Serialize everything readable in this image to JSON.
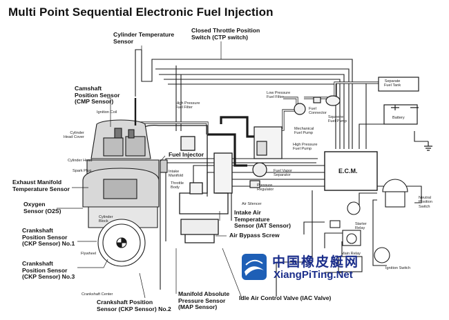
{
  "title": "Multi Point Sequential Electronic Fuel Injection",
  "labels": {
    "cylinder_temp_sensor": "Cylinder Temperature\nSensor",
    "ctp_switch": "Closed Throttle Position\nSwitch (CTP switch)",
    "cmp_sensor": "Camshaft\nPosition Sensor\n(CMP Sensor)",
    "fuel_injector": "Fuel Injector",
    "exhaust_temp_sensor": "Exhaust Manifold\nTemperature Sensor",
    "o2s": "Oxygen\nSensor (O2S)",
    "ckp1": "Crankshaft\nPosition Sensor\n(CKP Sensor) No.1",
    "ckp3": "Crankshaft\nPosition Sensor\n(CKP Sensor) No.3",
    "ckp2": "Crankshaft Position\nSensor (CKP Sensor) No.2",
    "map_sensor": "Manifold Absolute\nPressure Sensor\n(MAP Sensor)",
    "iac_valve": "Idle Air Control Valve (IAC Valve)",
    "iat_sensor": "Intake Air\nTemperature\nSensor (IAT Sensor)",
    "air_bypass_screw": "Air Bypass Screw",
    "ecm": "E.C.M."
  },
  "small_labels": {
    "ignition_coil": "Ignition Coil",
    "cylinder_head_cover": "Cylinder\nHead Cover",
    "cylinder_head": "Cylinder Head",
    "spark_plug": "Spark Plug",
    "cylinder_block": "Cylinder\nBlock",
    "flywheel": "Flywheel",
    "crankshaft_center": "Crankshaft Center",
    "hp_fuel_filter": "High Pressure\nFuel Filter",
    "intake_manifold": "Intake\nManifold",
    "throttle_body": "Throttle\nBody",
    "lp_fuel_filter": "Low Pressure\nFuel Filter",
    "fuel_connector": "Fuel\nConnector",
    "squeeze_pump": "Squeeze\nFuel Pump",
    "mech_fuel_pump": "Mechanical\nFuel Pump",
    "hp_fuel_pump": "High Pressure\nFuel Pump",
    "vapor_separator": "Fuel Vapor\nSeparator",
    "pressure_regulator": "Pressure\nRegulator",
    "air_silencer": "Air Silencer",
    "separate_fuel_tank": "Separate\nFuel Tank",
    "battery": "Battery",
    "neutral_switch": "Neutral\nPosition\nSwitch",
    "starter_relay": "Starter\nRelay",
    "main_relay": "Main Relay",
    "ignition_switch": "Ignition Switch"
  },
  "watermark": {
    "text_cn": "中国橡皮艇网",
    "text_en": "XiangPiTing.Net"
  },
  "colors": {
    "line": "#1a1a1a",
    "watermark": "#1a2d8a",
    "engine_fill": "#d8d8d8"
  }
}
